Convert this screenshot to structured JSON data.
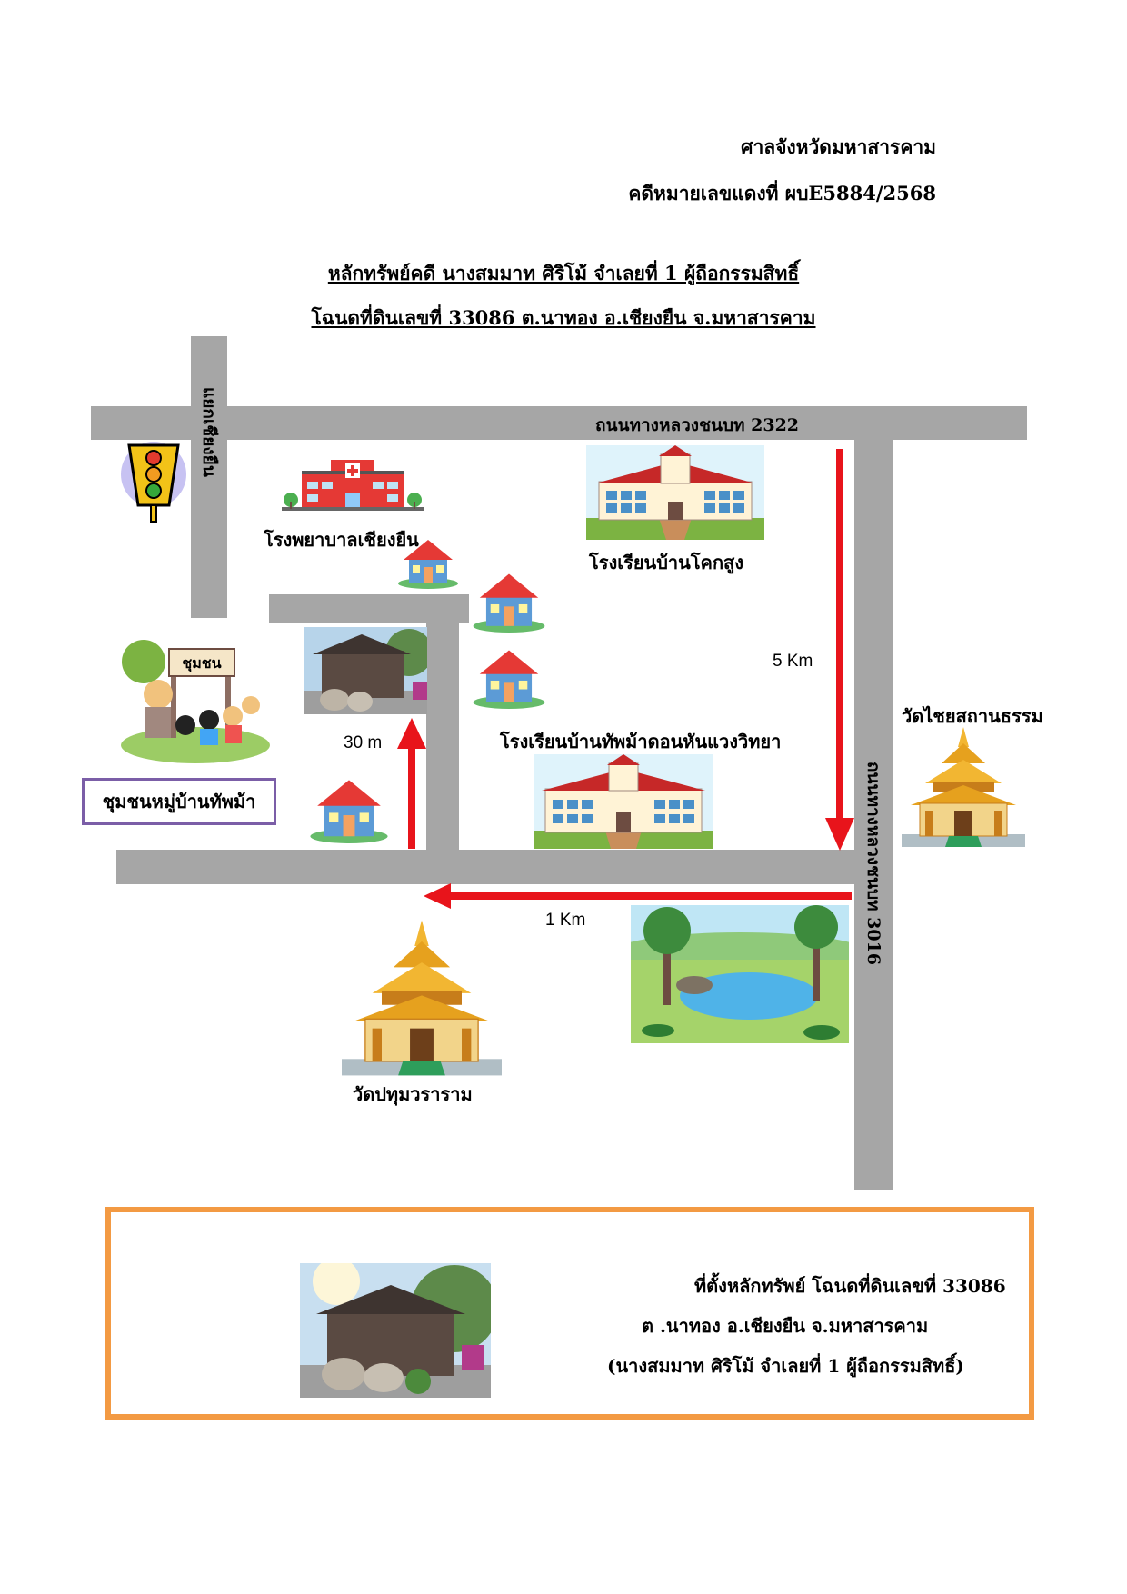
{
  "header": {
    "court": "ศาลจังหวัดมหาสารคาม",
    "case_no": "คดีหมายเลขแดงที่ ผบE5884/2568"
  },
  "title": {
    "line1": "หลักทรัพย์คดี นางสมมาท  ศิริโม้ จำเลยที่ 1 ผู้ถือกรรมสิทธิ์",
    "line2": "โฉนดที่ดินเลขที่  33086  ต.นาทอง  อ.เชียงยืน  จ.มหาสารคาม"
  },
  "map": {
    "roads": {
      "highway_2322": "ถนนทางหลวงชนบท 2322",
      "highway_3016": "ถนนทางหลวงชนบท 3016",
      "intersection": "แยกเชียงยืน"
    },
    "places": {
      "hospital": "โรงพยาบาลเชียงยืน",
      "school_khoksung": "โรงเรียนบ้านโคกสูง",
      "school_thapma": "โรงเรียนบ้านทัพม้าดอนหันแวงวิทยา",
      "temple_chaisathan": "วัดไชยสถานธรรม",
      "temple_pathum": "วัดปทุมวราราม",
      "community": "ชุมชนหมู่บ้านทัพม้า",
      "community_sign": "ชุมชน"
    },
    "distances": {
      "d1": "5 Km",
      "d2": "1 Km",
      "d3": "30 m"
    },
    "colors": {
      "road": "#a6a6a6",
      "arrow": "#e8141b",
      "box_border": "#f39a43",
      "community_border": "#7b5ea7"
    }
  },
  "location_box": {
    "line1": "ที่ตั้งหลักทรัพย์ โฉนดที่ดินเลขที่ 33086",
    "line2": "ต .นาทอง  อ.เชียงยืน  จ.มหาสารคาม",
    "line3": "(นางสมมาท  ศิริโม้ จำเลยที่ 1 ผู้ถือกรรมสิทธิ์)"
  }
}
